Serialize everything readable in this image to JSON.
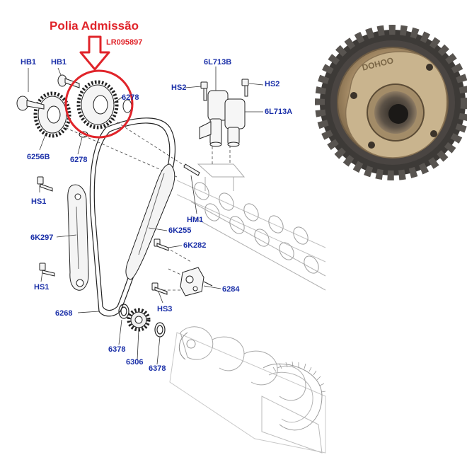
{
  "annotation": {
    "title": "Polia Admissão",
    "part_number": "LR095897",
    "highlight_color": "#e0242a"
  },
  "label_color": "#1a2fa8",
  "labels": {
    "hb1_a": "HB1",
    "hb1_b": "HB1",
    "p6278_a": "6278",
    "p6256b": "6256B",
    "p6278_b": "6278",
    "p6l713b": "6L713B",
    "hs2_a": "HS2",
    "hs2_b": "HS2",
    "p6l713a": "6L713A",
    "hs1_a": "HS1",
    "hm1": "HM1",
    "p6k297": "6K297",
    "p6k255": "6K255",
    "p6k282": "6K282",
    "hs1_b": "HS1",
    "p6284": "6284",
    "hs3": "HS3",
    "p6268": "6268",
    "p6378_a": "6378",
    "p6306": "6306",
    "p6378_b": "6378"
  },
  "photo": {
    "stamp_text": "DOHOO"
  }
}
